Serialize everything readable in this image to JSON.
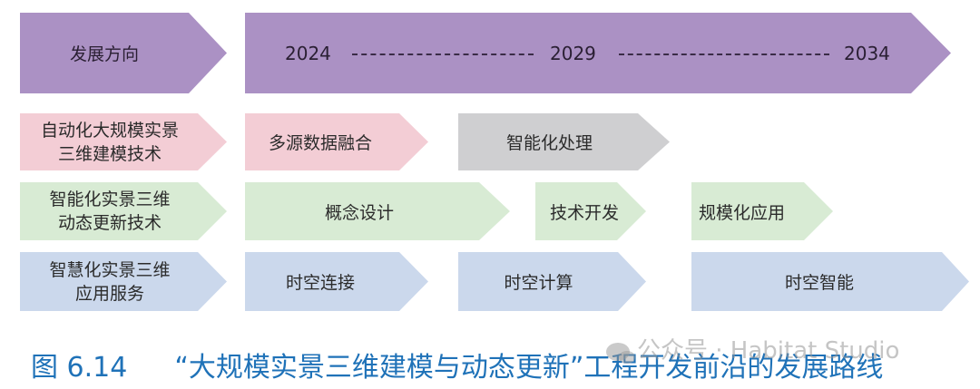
{
  "header": {
    "direction_label": "发展方向",
    "timeline": {
      "years": [
        "2024",
        "2029",
        "2034"
      ]
    }
  },
  "rows": [
    {
      "label_line1": "自动化大规模实景",
      "label_line2": "三维建模技术",
      "color": "#f3cdd5",
      "stages": [
        {
          "label": "多源数据融合",
          "color": "#f3cdd5"
        },
        {
          "label": "智能化处理",
          "color": "#cfcfd1"
        }
      ]
    },
    {
      "label_line1": "智能化实景三维",
      "label_line2": "动态更新技术",
      "color": "#d8ebd4",
      "stages": [
        {
          "label": "概念设计",
          "color": "#d8ebd4"
        },
        {
          "label": "技术开发",
          "color": "#d8ebd4"
        },
        {
          "label": "规模化应用",
          "color": "#d8ebd4"
        }
      ]
    },
    {
      "label_line1": "智慧化实景三维",
      "label_line2": "应用服务",
      "color": "#cbd8ec",
      "stages": [
        {
          "label": "时空连接",
          "color": "#cbd8ec"
        },
        {
          "label": "时空计算",
          "color": "#cbd8ec"
        },
        {
          "label": "时空智能",
          "color": "#cbd8ec"
        }
      ]
    }
  ],
  "caption": {
    "figure_number": "图 6.14",
    "title": "“大规模实景三维建模与动态更新”工程开发前沿的发展路线"
  },
  "watermark": {
    "icon": "wechat-icon",
    "text": "公众号 · Habitat Studio"
  },
  "colors": {
    "purple": "#ab91c4",
    "pink": "#f3cdd5",
    "gray": "#cfcfd1",
    "green": "#d8ebd4",
    "blue": "#cbd8ec",
    "caption": "#1f72b8"
  }
}
